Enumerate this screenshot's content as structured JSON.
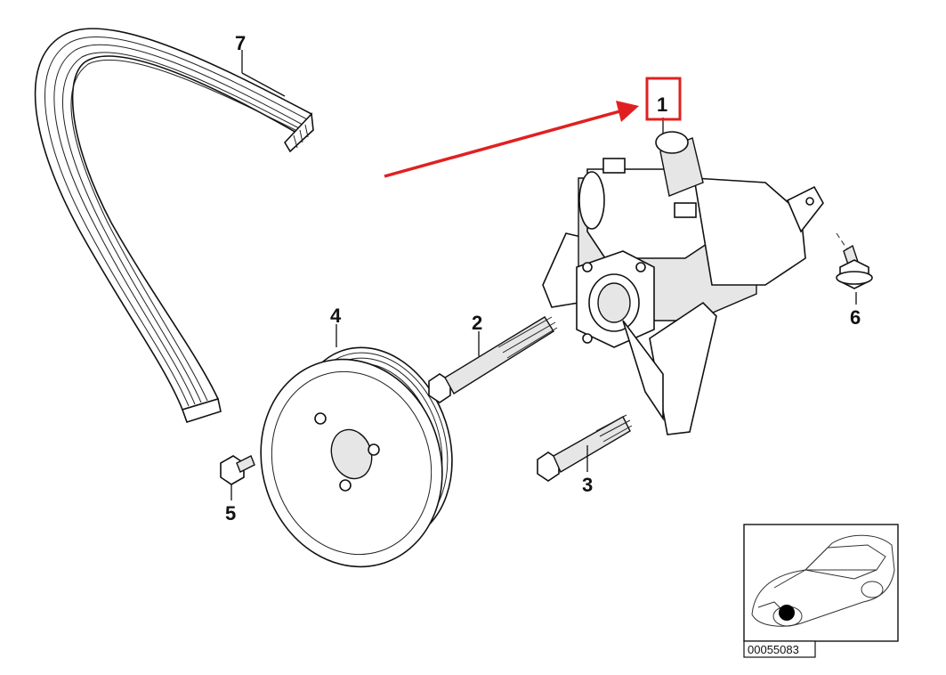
{
  "diagram": {
    "callouts": {
      "p1": "1",
      "p2": "2",
      "p3": "3",
      "p4": "4",
      "p5": "5",
      "p6": "6",
      "p7": "7"
    },
    "highlight_color": "#e02020",
    "inset": {
      "reference_number": "00055083",
      "marker_color": "#000000"
    }
  }
}
